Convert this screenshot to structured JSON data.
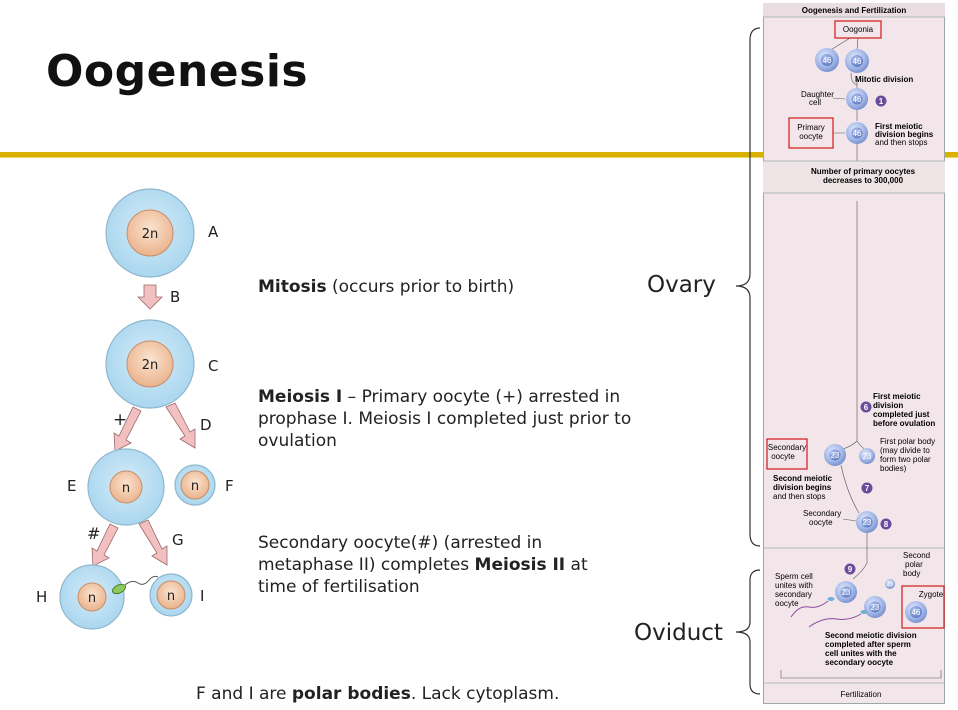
{
  "slide": {
    "title": "Oogenesis",
    "mitosis": {
      "bold": "Mitosis",
      "rest": " (occurs prior to birth)"
    },
    "meiosis1": {
      "bold": "Meiosis I",
      "rest": " – Primary oocyte (+) arrested in prophase I. Meiosis I completed just prior to ovulation"
    },
    "meiosis2": {
      "pre": "Secondary oocyte(#) (arrested in metaphase II) completes ",
      "bold": "Meiosis II",
      "post": " at time of fertilisation"
    },
    "footer": {
      "pre": "F and I are ",
      "bold": "polar bodies",
      "post": ". Lack cytoplasm."
    },
    "ovary_label": "Ovary",
    "oviduct_label": "Oviduct"
  },
  "diagram": {
    "cell_a": "2n",
    "label_a": "A",
    "label_b": "B",
    "cell_c": "2n",
    "label_c": "C",
    "label_plus": "+",
    "label_d": "D",
    "cell_e": "n",
    "label_e": "E",
    "cell_f": "n",
    "label_f": "F",
    "label_hash": "#",
    "label_g": "G",
    "cell_h": "n",
    "label_h": "H",
    "cell_i": "n",
    "label_i": "I"
  },
  "figure": {
    "title": "Oogenesis and Fertilization",
    "oogonia": "Oogonia",
    "n46": "46",
    "n23": "23",
    "mitotic": "Mitotic division",
    "daughter": "Daughter",
    "cell": "cell",
    "primary": "Primary",
    "oocyte": "oocyte",
    "first_begins_1": "First meiotic",
    "first_begins_2": "division begins",
    "first_begins_3": "and then stops",
    "number_1": "Number of primary oocytes",
    "number_2": "decreases to 300,000",
    "fm_1": "First meiotic",
    "fm_2": "division",
    "fm_3": "completed just",
    "fm_4": "before ovulation",
    "secondary": "Secondary",
    "fpb_1": "First polar body",
    "fpb_2": "(may divide to",
    "fpb_3": "form two polar",
    "fpb_4": "bodies)",
    "smd_1": "Second meiotic",
    "smd_2": "division begins",
    "smd_3": "and then stops",
    "spb_1": "Second",
    "spb_2": "polar",
    "spb_3": "body",
    "sperm_1": "Sperm cell",
    "sperm_2": "unites with",
    "sperm_3": "secondary",
    "sperm_4": "oocyte",
    "zygote": "Zygote",
    "smdc_1": "Second meiotic division",
    "smdc_2": "completed after sperm",
    "smdc_3": "cell unites with the",
    "smdc_4": "secondary oocyte",
    "fertilization": "Fertilization",
    "step1": "1",
    "step6": "6",
    "step7": "7",
    "step8": "8",
    "step9": "9"
  },
  "colors": {
    "accent_rule": "#d9b100",
    "cell_outer": "#bde0f3",
    "cell_inner": "#f1c9a8",
    "arrow": "#f2c0c0",
    "highlight_box": "#d01818"
  }
}
